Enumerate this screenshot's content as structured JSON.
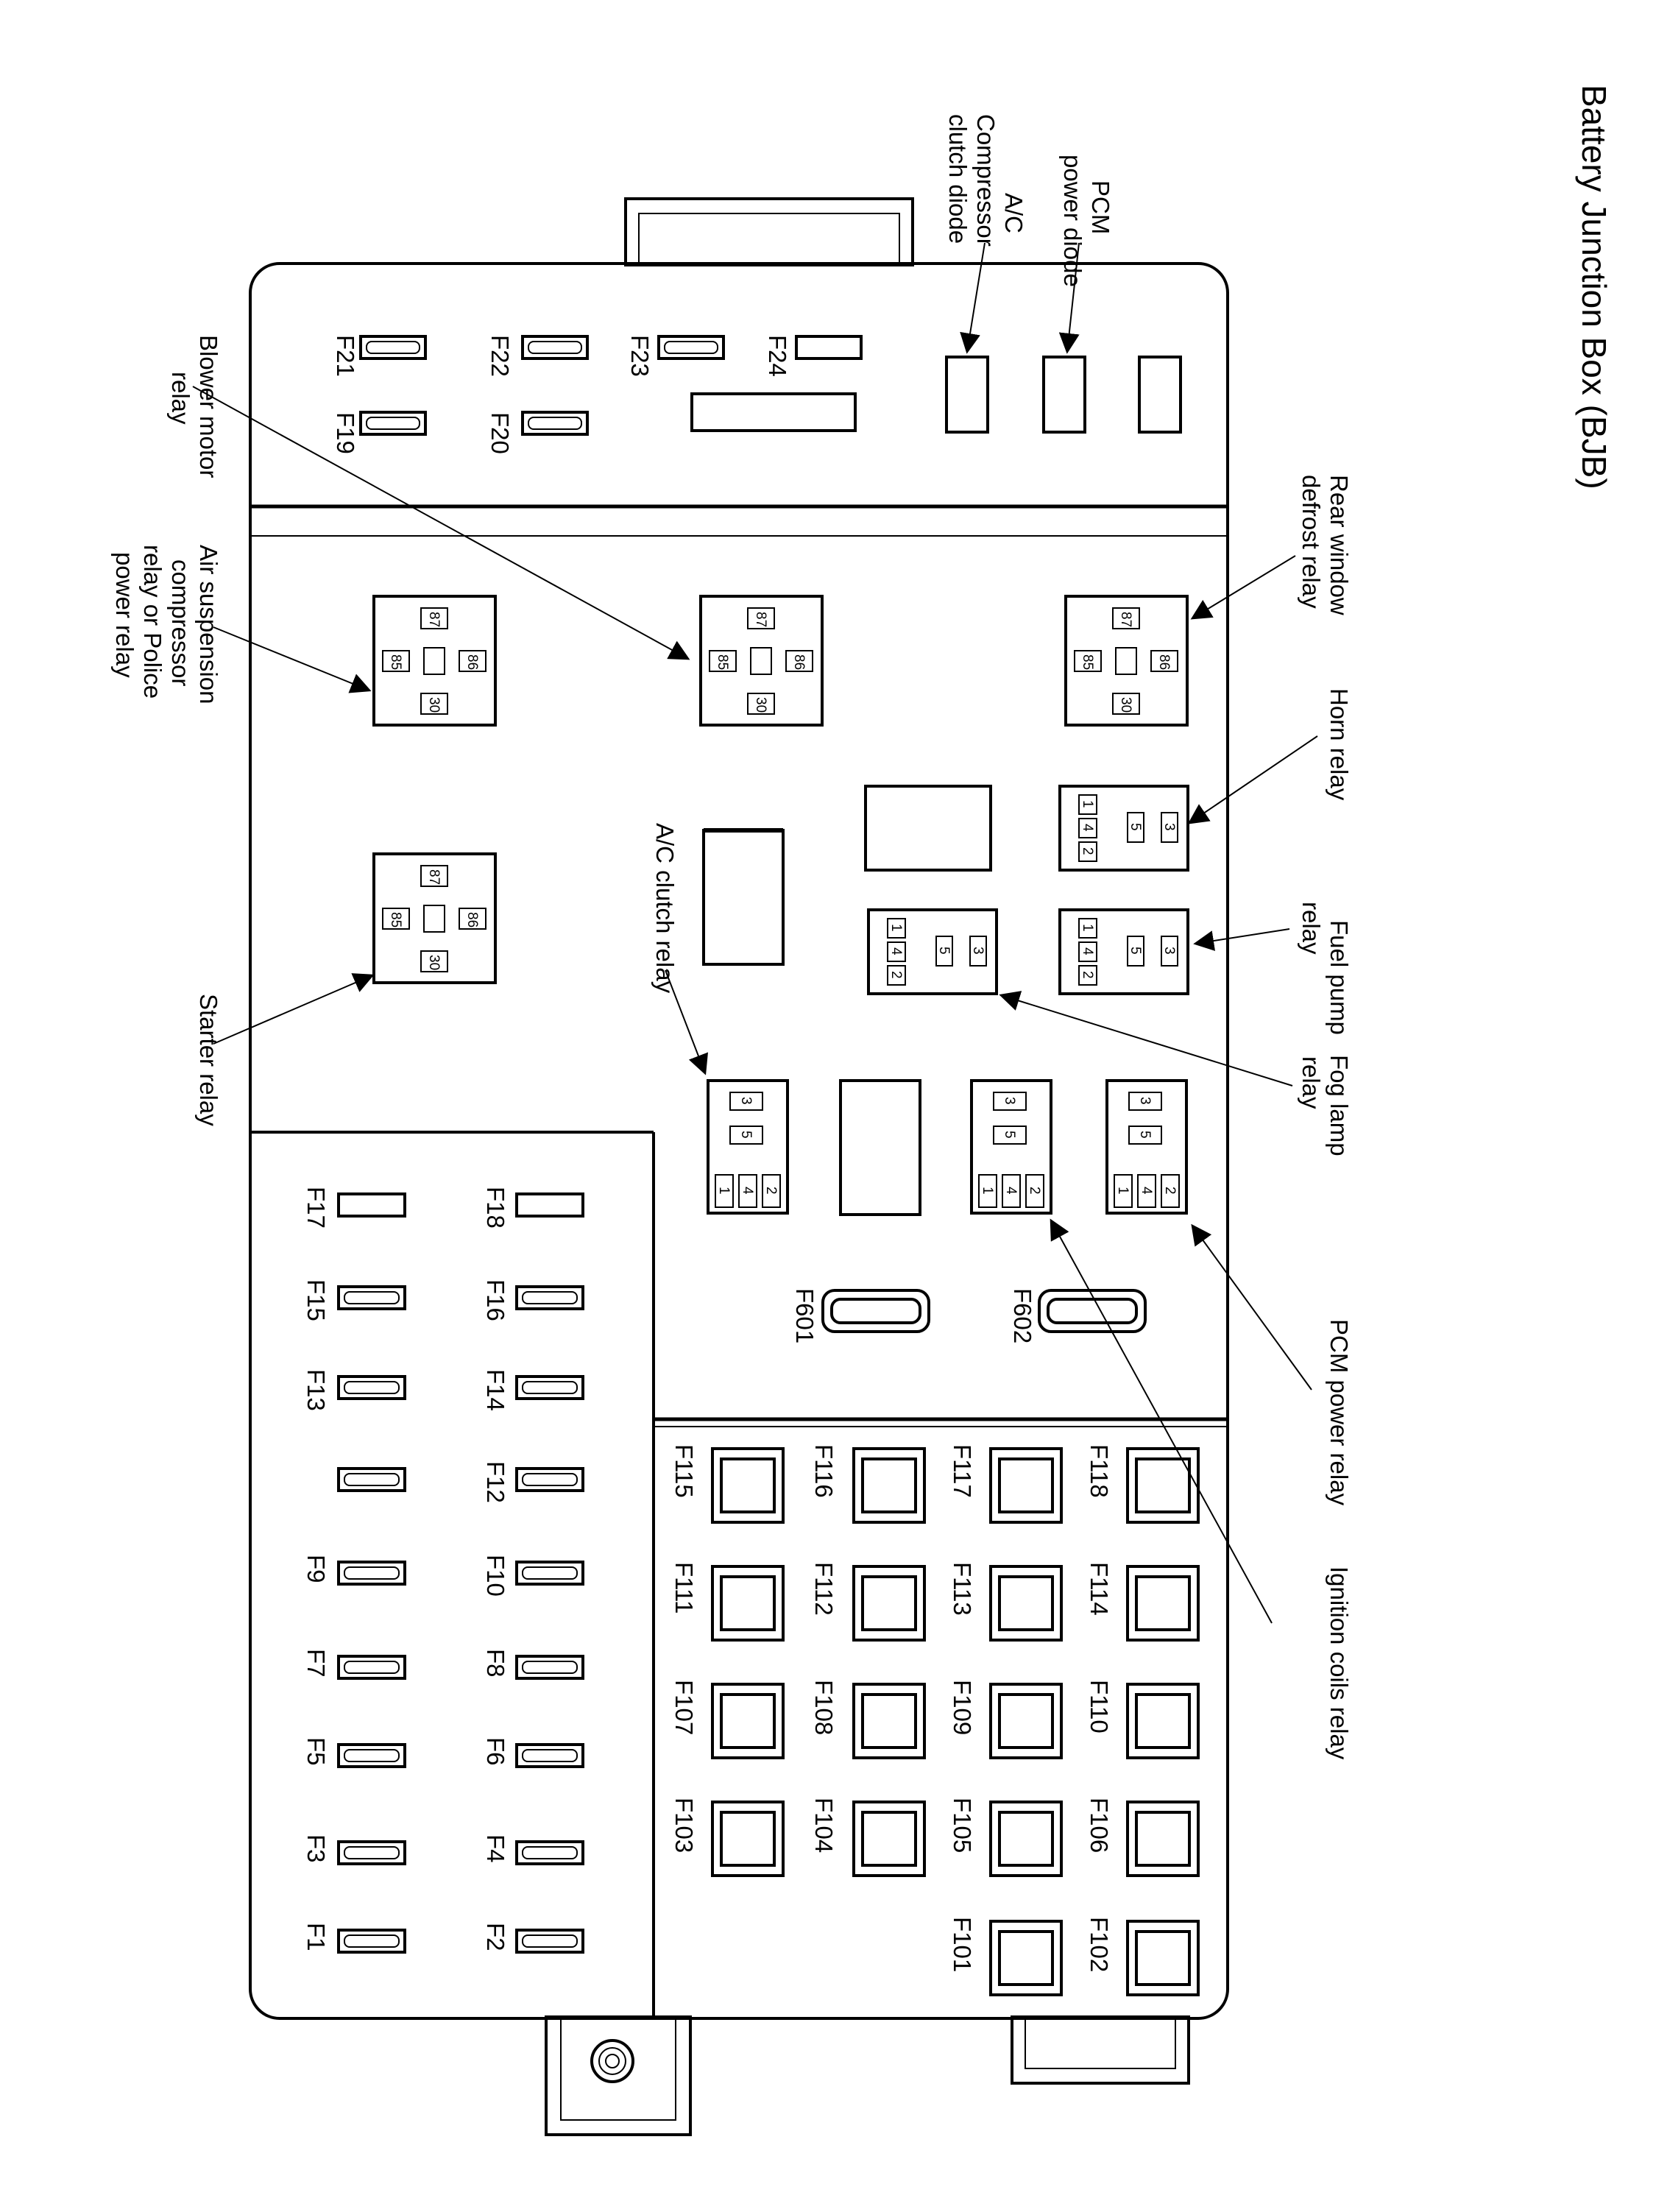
{
  "title": "Battery Junction Box (BJB)",
  "top_fuses": [
    "F21",
    "F22",
    "F23",
    "F24",
    "F19",
    "F20"
  ],
  "diodes": {
    "pcm": [
      "PCM",
      "power diode"
    ],
    "ac": [
      "A/C",
      "Compressor",
      "clutch diode"
    ]
  },
  "labels": {
    "blower": [
      "Blower motor",
      "relay"
    ],
    "rear_defrost": [
      "Rear window",
      "defrost relay"
    ],
    "air_susp": [
      "Air suspension",
      "compressor",
      "relay or Police",
      "power relay"
    ],
    "horn": [
      "Horn relay"
    ],
    "fuel_pump": [
      "Fuel pump",
      "relay"
    ],
    "fog_lamp": [
      "Fog lamp",
      "relay"
    ],
    "ac_clutch": [
      "A/C clutch relay"
    ],
    "starter": [
      "Starter relay"
    ],
    "pcm_power": [
      "PCM power relay"
    ],
    "ignition_coils": [
      "Ignition coils relay"
    ]
  },
  "iso_relay_pins": [
    "87",
    "85",
    "86",
    "30"
  ],
  "micro_relay_pins": [
    "1",
    "4",
    "2",
    "5",
    "3"
  ],
  "maxi_fuses": [
    "F601",
    "F602"
  ],
  "left_fuses": {
    "row_a": [
      "F17",
      "F15",
      "F13",
      "",
      "F9",
      "F7",
      "F5",
      "F3",
      "F1"
    ],
    "row_b": [
      "F18",
      "F16",
      "F14",
      "F12",
      "F10",
      "F8",
      "F6",
      "F4",
      "F2"
    ]
  },
  "cartridge_fuses": {
    "col_1": [
      "F115",
      "F111",
      "F107",
      "F103"
    ],
    "col_2": [
      "F116",
      "F112",
      "F108",
      "F104"
    ],
    "col_3": [
      "F117",
      "F113",
      "F109",
      "F105",
      "F101"
    ],
    "col_4": [
      "F118",
      "F114",
      "F110",
      "F106",
      "F102"
    ]
  }
}
